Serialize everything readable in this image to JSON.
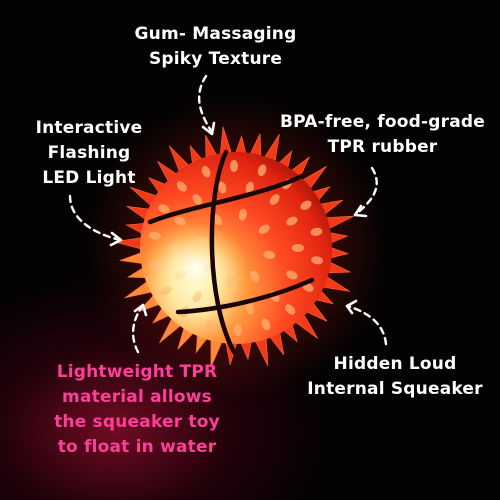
{
  "callouts": {
    "gum": "Gum- Massaging\nSpiky Texture",
    "bpa": "BPA-free, food-grade\nTPR rubber",
    "led": "Interactive\nFlashing\nLED Light",
    "squeaker": "Hidden Loud\nInternal Squeaker",
    "float": "Lightweight TPR\nmaterial allows\nthe squeaker toy\nto float in water"
  },
  "colors": {
    "background": "#050203",
    "text": "#ffffff",
    "highlight_text": "#ff3e9a",
    "ball": "#ff3b1c",
    "glow": "#fff6c8",
    "seam": "#1a0606"
  },
  "icons": {
    "ball": "spiky-led-ball",
    "arrows": "dashed-curved-arrow"
  }
}
